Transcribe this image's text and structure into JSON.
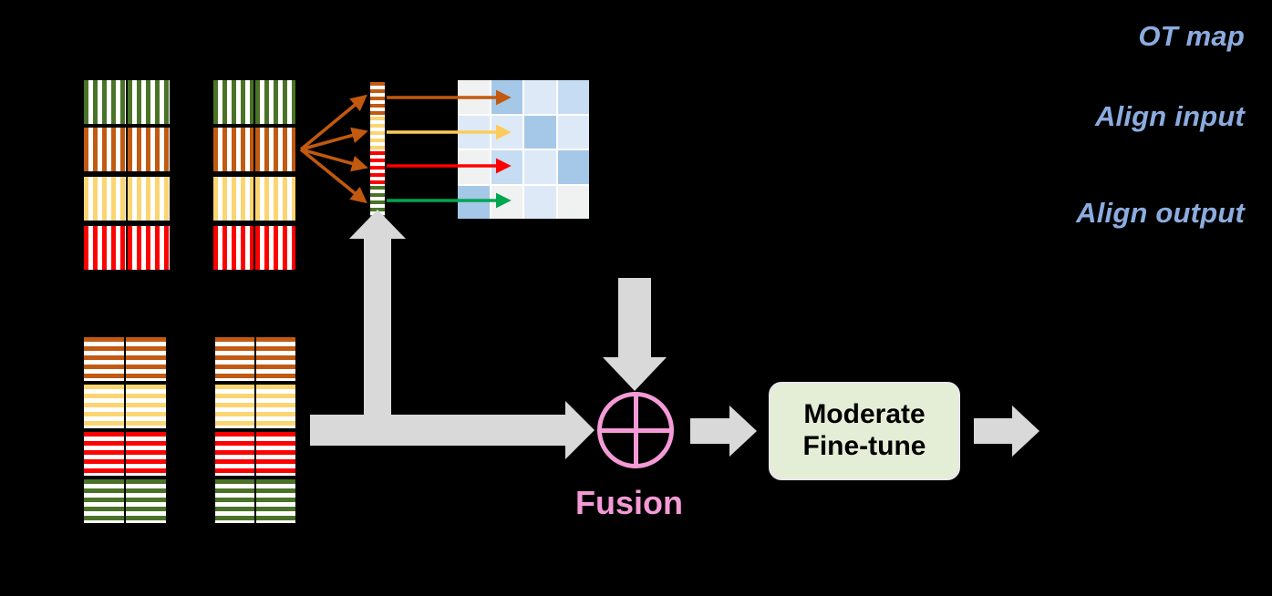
{
  "figure": {
    "title": "OT-based model fusion pipeline diagram",
    "background": "#000000"
  },
  "palette": {
    "green": "#4a7328",
    "orange": "#c15a12",
    "yellow": "#fbd571",
    "red": "#fd0000",
    "white": "#ffffff",
    "gray_arrow": "#d9d9d9",
    "pink": "#f49ad6",
    "label_blue": "#8cacdf",
    "box_fill": "#e4eed6",
    "box_border": "#e9e5ee",
    "arrow_orange": "#c1590f",
    "arrow_yellow": "#fbcc5c",
    "arrow_red": "#fd0000",
    "arrow_green": "#00a650",
    "matrix_l0": "#f0f1f1",
    "matrix_l1": "#dee9f7",
    "matrix_l2": "#c5dcf2",
    "matrix_l3": "#a5c8e8"
  },
  "top_group": {
    "name": "vertical-striped-weight-blocks",
    "stripe_orientation": "vertical",
    "columns": 2,
    "rows": [
      {
        "color_name": "green",
        "color": "#4a7328"
      },
      {
        "color_name": "orange",
        "color": "#c15a12"
      },
      {
        "color_name": "yellow",
        "color": "#fbd571"
      },
      {
        "color_name": "red",
        "color": "#fd0000"
      }
    ]
  },
  "bottom_group": {
    "name": "horizontal-striped-weight-blocks",
    "stripe_orientation": "horizontal",
    "columns": 2,
    "rows": [
      {
        "color_name": "orange",
        "color": "#c15a12"
      },
      {
        "color_name": "yellow",
        "color": "#fbd571"
      },
      {
        "color_name": "red",
        "color": "#fd0000"
      },
      {
        "color_name": "green",
        "color": "#4a7328"
      }
    ]
  },
  "colorbar": {
    "name": "concatenated-feature-bar",
    "segments": [
      {
        "color_name": "orange",
        "color": "#c15a12"
      },
      {
        "color_name": "yellow",
        "color": "#fbd571"
      },
      {
        "color_name": "red",
        "color": "#fd0000"
      },
      {
        "color_name": "green",
        "color": "#4a7328"
      }
    ]
  },
  "chart_data": {
    "type": "heatmap",
    "title": "OT map",
    "xlabel": "",
    "ylabel": "",
    "rows": 4,
    "cols": 4,
    "legend_position": "none",
    "grid": true,
    "colorscale": [
      "#f0f1f1",
      "#dee9f7",
      "#c5dcf2",
      "#a5c8e8"
    ],
    "values": [
      [
        0,
        3,
        1,
        2
      ],
      [
        1,
        1,
        3,
        1
      ],
      [
        0,
        2,
        1,
        3
      ],
      [
        3,
        0,
        1,
        0
      ]
    ]
  },
  "fan_arrows": {
    "name": "orange-fan-arrows",
    "count": 4,
    "color": "#c1590f"
  },
  "map_arrows": [
    {
      "name": "ot-arrow-orange",
      "color": "#c1590f",
      "row": 1
    },
    {
      "name": "ot-arrow-yellow",
      "color": "#fbcc5c",
      "row": 2
    },
    {
      "name": "ot-arrow-red",
      "color": "#fd0000",
      "row": 3
    },
    {
      "name": "ot-arrow-green",
      "color": "#00a650",
      "row": 4
    }
  ],
  "labels": {
    "ot_map": "OT map",
    "align_input": "Align input",
    "align_output": "Align output"
  },
  "fusion": {
    "symbol_name": "circled-plus-icon",
    "label": "Fusion",
    "color": "#f49ad6"
  },
  "finetune_box": {
    "line1": "Moderate",
    "line2": "Fine-tune"
  },
  "gray_arrows": [
    {
      "name": "arrow-up-to-colorbar",
      "direction": "up"
    },
    {
      "name": "arrow-right-to-fusion",
      "direction": "right"
    },
    {
      "name": "arrow-down-from-otmap",
      "direction": "down"
    },
    {
      "name": "arrow-fusion-to-finetune",
      "direction": "right"
    },
    {
      "name": "arrow-finetune-output",
      "direction": "right"
    }
  ]
}
